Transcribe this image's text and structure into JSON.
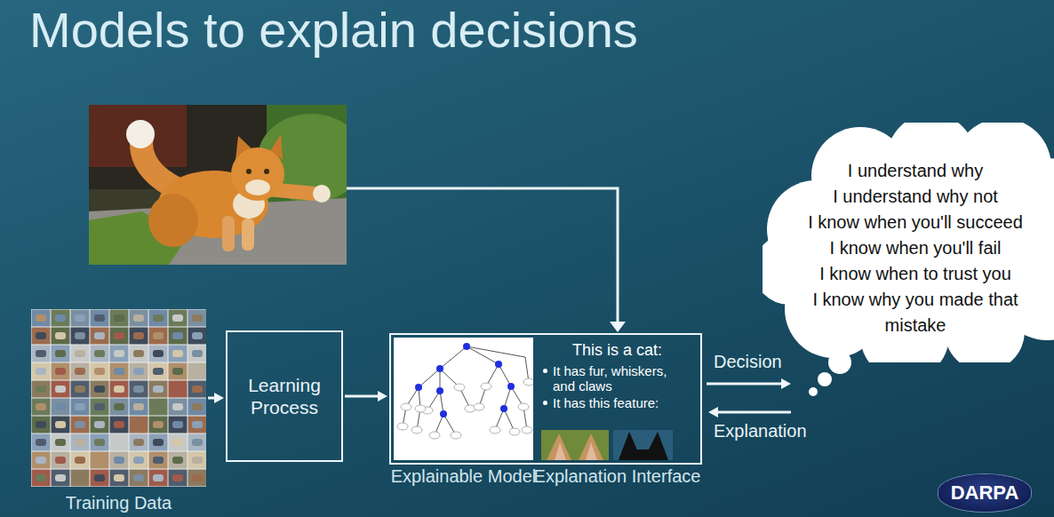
{
  "diagram": {
    "title": "Models to explain decisions",
    "nodes": [
      {
        "text": [
          "Training Data"
        ]
      },
      {
        "text": [
          "Learning Process"
        ]
      },
      {
        "text": [
          "Explainable Model"
        ]
      },
      {
        "text": [
          "This is a cat:",
          "It has fur, whiskers, and claws",
          "It has this feature:",
          "Explanation Interface"
        ]
      },
      {
        "text": [
          "I understand why",
          "I understand why not",
          "I know when you'll succeed",
          "I know when you'll fail",
          "I know when to trust you",
          "I know why you made that mistake"
        ]
      }
    ],
    "edges": [
      {
        "from": 0,
        "to": 1,
        "arrow": "to"
      },
      {
        "from": 1,
        "to": 2,
        "arrow": "to"
      },
      {
        "from": 3,
        "to": 4,
        "label": "Decision",
        "arrow": "to"
      },
      {
        "from": 4,
        "to": 3,
        "label": "Explanation",
        "arrow": "to"
      }
    ],
    "labels": [
      "DARPA"
    ]
  }
}
